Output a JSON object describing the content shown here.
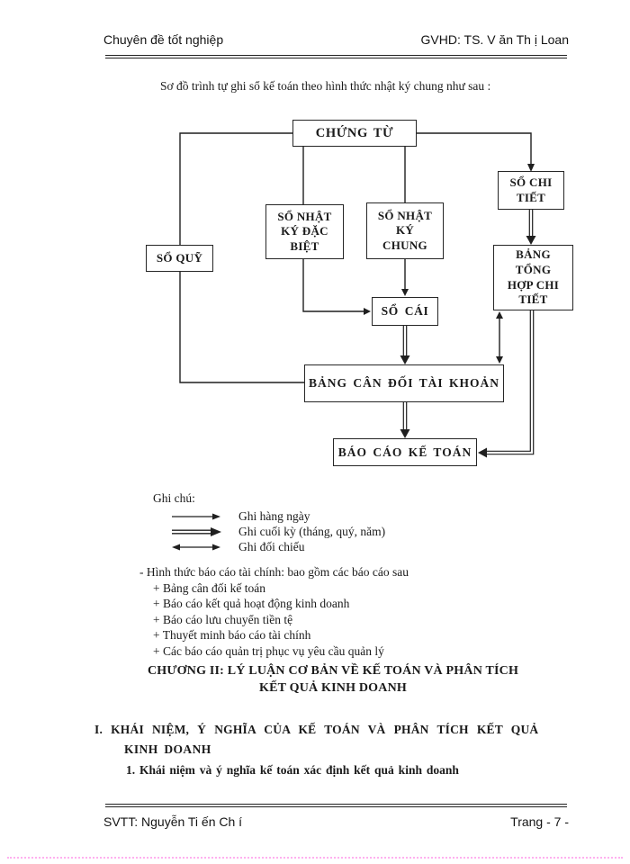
{
  "header": {
    "left": "Chuyên đề tốt nghiệp",
    "right": "GVHD: TS. V ăn Th ị Loan"
  },
  "intro": "Sơ đồ trình tự ghi sổ kế toán theo hình thức nhật ký chung như sau :",
  "diagram": {
    "nodes": {
      "chung_tu": "CHỨNG TỪ",
      "so_quy": "SỔ QUỸ",
      "so_nhat_ky_dac_biet": "SỔ NHẬT\nKÝ ĐẶC\nBIỆT",
      "so_nhat_ky_chung": "SỔ NHẬT\nKÝ\nCHUNG",
      "so_chi_tiet": "SỔ CHI\nTIẾT",
      "bang_tong_hop_chi_tiet": "BẢNG\nTỔNG\nHỢP CHI\nTIẾT",
      "so_cai": "SỔ CÁI",
      "bang_can_doi_tai_khoan": "BẢNG CÂN ĐỐI TÀI KHOẢN",
      "bao_cao_ke_toan": "BÁO CÁO KẾ TOÁN"
    },
    "legend": {
      "title": "Ghi chú:",
      "items": [
        {
          "arrow": "single-arrow",
          "label": "Ghi hàng ngày"
        },
        {
          "arrow": "double-line-arrow",
          "label": "Ghi cuối kỳ (tháng, quý, năm)"
        },
        {
          "arrow": "double-headed-arrow",
          "label": "Ghi đối chiếu"
        }
      ]
    }
  },
  "report_list": {
    "intro": "- Hình thức báo cáo tài chính: bao gồm các báo cáo sau",
    "items": [
      "+ Bảng cân đối kế toán",
      "+ Báo cáo kết quả hoạt động kinh doanh",
      "+ Báo cáo lưu chuyển tiền tệ",
      "+ Thuyết minh báo cáo tài chính",
      "+ Các báo cáo quản trị phục vụ yêu cầu quản lý"
    ]
  },
  "chapter_heading": {
    "line1": "CHƯƠNG II: LÝ LUẬN CƠ BẢN VỀ KẾ TOÁN VÀ PHÂN TÍCH",
    "line2": "KẾT QUẢ KINH DOANH"
  },
  "section_heading": {
    "line1": "I. KHÁI NIỆM, Ý NGHĨA CỦA KẾ TOÁN VÀ PHÂN TÍCH KẾT QUẢ",
    "line2": "KINH DOANH"
  },
  "subsection_heading": "1. Khái niệm và ý nghĩa kế toán xác định kết quả kinh doanh",
  "footer": {
    "left": "SVTT: Nguyễn Ti ến Ch í",
    "right": "Trang - 7 -"
  },
  "colors": {
    "ink": "#1a1a1a",
    "bottom_dotted_line": "#ffb0f0"
  }
}
